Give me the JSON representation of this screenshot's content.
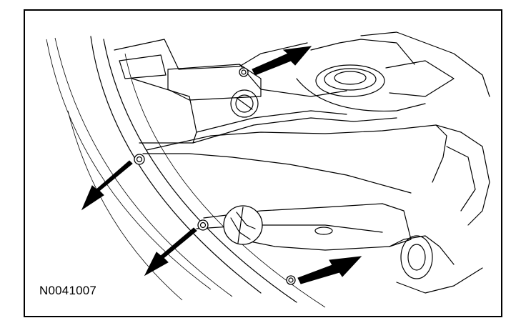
{
  "figure": {
    "id_label": "N0041007",
    "fasteners": [
      {
        "name": "upper-fastener"
      },
      {
        "name": "left-fastener"
      },
      {
        "name": "middle-fastener"
      },
      {
        "name": "lower-fastener"
      }
    ],
    "arrows": [
      {
        "name": "upper-arrow"
      },
      {
        "name": "left-arrow"
      },
      {
        "name": "middle-arrow"
      },
      {
        "name": "lower-arrow"
      }
    ]
  }
}
